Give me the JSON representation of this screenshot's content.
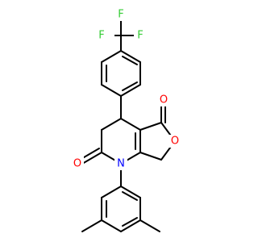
{
  "molecule": {
    "atoms": {
      "f1": {
        "symbol": "F",
        "color": "#33cc33"
      },
      "f2": {
        "symbol": "F",
        "color": "#33cc33"
      },
      "f3": {
        "symbol": "F",
        "color": "#33cc33"
      },
      "o_carbonyl_lactone": {
        "symbol": "O",
        "color": "#ff0000"
      },
      "o_ring": {
        "symbol": "O",
        "color": "#ff0000"
      },
      "o_carbonyl_amide": {
        "symbol": "O",
        "color": "#ff0000"
      },
      "n_ring": {
        "symbol": "N",
        "color": "#0000ff"
      }
    }
  }
}
